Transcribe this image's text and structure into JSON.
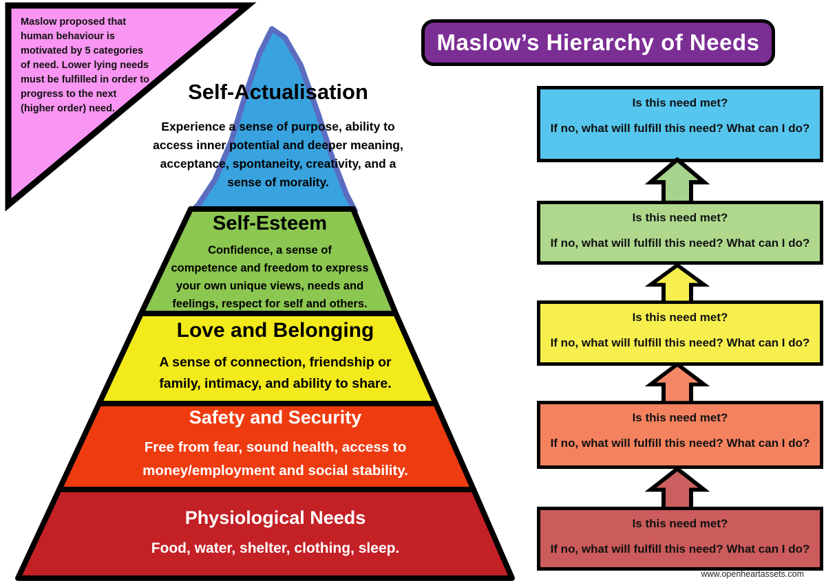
{
  "intro_note": {
    "bg_color": "#F995F2",
    "lines": [
      "Maslow proposed that",
      "human behaviour is",
      "motivated by 5 categories",
      "of need. Lower lying needs",
      "must be fulfilled in order to",
      "progress to the next",
      "(higher order) need."
    ]
  },
  "header": {
    "title": "Maslow’s Hierarchy of Needs",
    "bg_color": "#7B2E94",
    "text_color": "#FFFFFF"
  },
  "pyramid": {
    "levels": [
      {
        "name": "self-actualisation",
        "heading": "Self-Actualisation",
        "color": "#38A3DF",
        "outline_color": "#5B6DC0",
        "text_color": "#000000",
        "desc_lines": [
          "Experience a sense of purpose, ability to",
          "access inner potential and deeper meaning,",
          "acceptance, spontaneity, creativity, and a",
          "sense of morality."
        ]
      },
      {
        "name": "self-esteem",
        "heading": "Self-Esteem",
        "color": "#8CC751",
        "outline_color": "#000000",
        "text_color": "#000000",
        "desc_lines": [
          "Confidence, a sense of",
          "competence and freedom to express",
          "your own unique views, needs and",
          "feelings, respect for self and others."
        ]
      },
      {
        "name": "love-and-belonging",
        "heading": "Love and Belonging",
        "color": "#F2EA1A",
        "outline_color": "#000000",
        "text_color": "#000000",
        "desc_lines": [
          "A sense of connection, friendship or",
          "family, intimacy, and ability to share."
        ]
      },
      {
        "name": "safety-and-security",
        "heading": "Safety and Security",
        "color": "#EF3B10",
        "outline_color": "#000000",
        "text_color": "#FFFFFF",
        "desc_lines": [
          "Free from fear, sound health, access to",
          "money/employment and social stability."
        ]
      },
      {
        "name": "physiological-needs",
        "heading": "Physiological Needs",
        "color": "#C42127",
        "outline_color": "#000000",
        "text_color": "#FFFFFF",
        "desc_lines": [
          "Food, water, shelter, clothing, sleep."
        ]
      }
    ]
  },
  "checklist": {
    "boxes": [
      {
        "level": "self-actualisation",
        "color": "#56C6EE",
        "line1": "Is this need met?",
        "line2": "If no, what will fulfill this need? What can I do?"
      },
      {
        "level": "self-esteem",
        "color": "#AFD88D",
        "line1": "Is this need met?",
        "line2": "If no, what will fulfill this need? What can I do?"
      },
      {
        "level": "love-and-belonging",
        "color": "#F7EF4E",
        "line1": "Is this need met?",
        "line2": "If no, what will fulfill this need? What can I do?"
      },
      {
        "level": "safety-and-security",
        "color": "#F5825F",
        "line1": "Is this need met?",
        "line2": "If no, what will fulfill this need? What can I do?"
      },
      {
        "level": "physiological-needs",
        "color": "#CC5B5B",
        "line1": "Is this need met?",
        "line2": "If no, what will fulfill this need? What can I do?"
      }
    ],
    "arrows": [
      {
        "color": "#A6D48C"
      },
      {
        "color": "#F7EF4E"
      },
      {
        "color": "#F58767"
      },
      {
        "color": "#CC6060"
      }
    ]
  },
  "footer": {
    "website": "www.openheartassets.com"
  }
}
